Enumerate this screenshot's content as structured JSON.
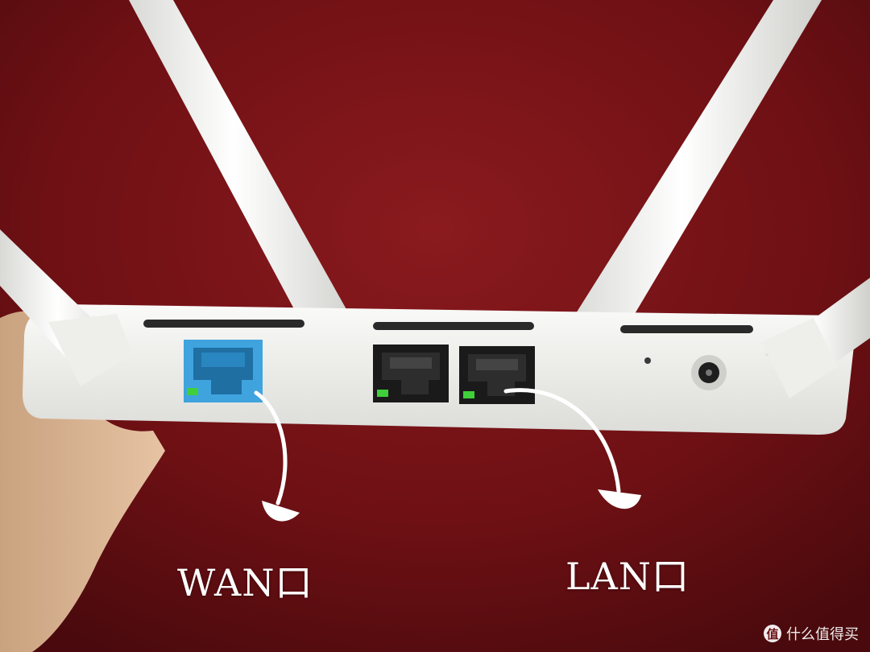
{
  "labels": {
    "wan": "WAN口",
    "lan": "LAN口"
  },
  "watermark": {
    "badge": "值",
    "text": "什么值得买"
  },
  "colors": {
    "carpet": "#6e1014",
    "router_body": "#f1f1ef",
    "wan_port": "#3fa3de",
    "lan_port": "#1a1a1a",
    "led": "#3fcf3a",
    "annotation": "#ffffff"
  }
}
